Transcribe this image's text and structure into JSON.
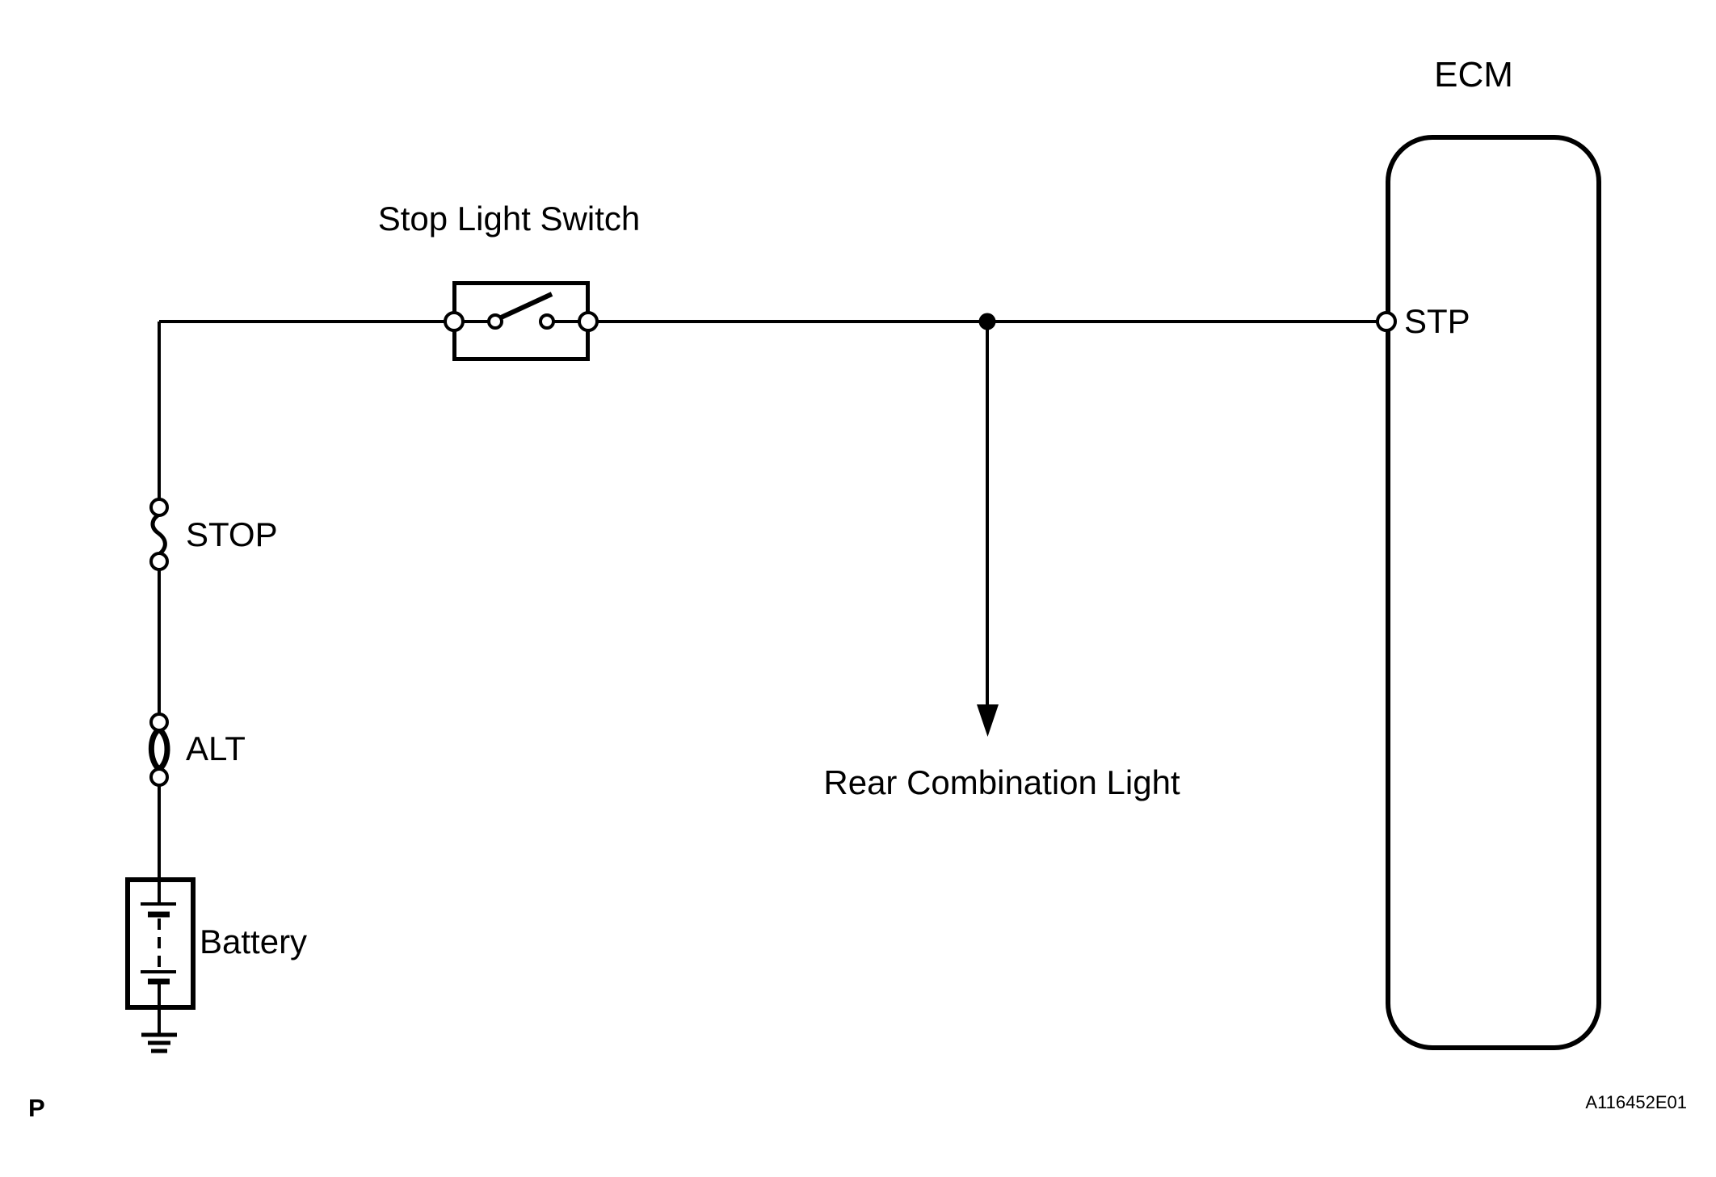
{
  "page": {
    "background": "#ffffff",
    "line_color": "#000000"
  },
  "diagram": {
    "ecm": {
      "label": "ECM",
      "terminal_label": "STP"
    },
    "stop_light_switch": {
      "label": "Stop Light Switch",
      "state": "open"
    },
    "rear_combination_light": {
      "label": "Rear Combination Light"
    },
    "stop_fuse": {
      "label": "STOP"
    },
    "alt_fusible_link": {
      "label": "ALT"
    },
    "battery": {
      "label": "Battery"
    }
  },
  "footer": {
    "page_marker": "P",
    "figure_code": "A116452E01"
  }
}
